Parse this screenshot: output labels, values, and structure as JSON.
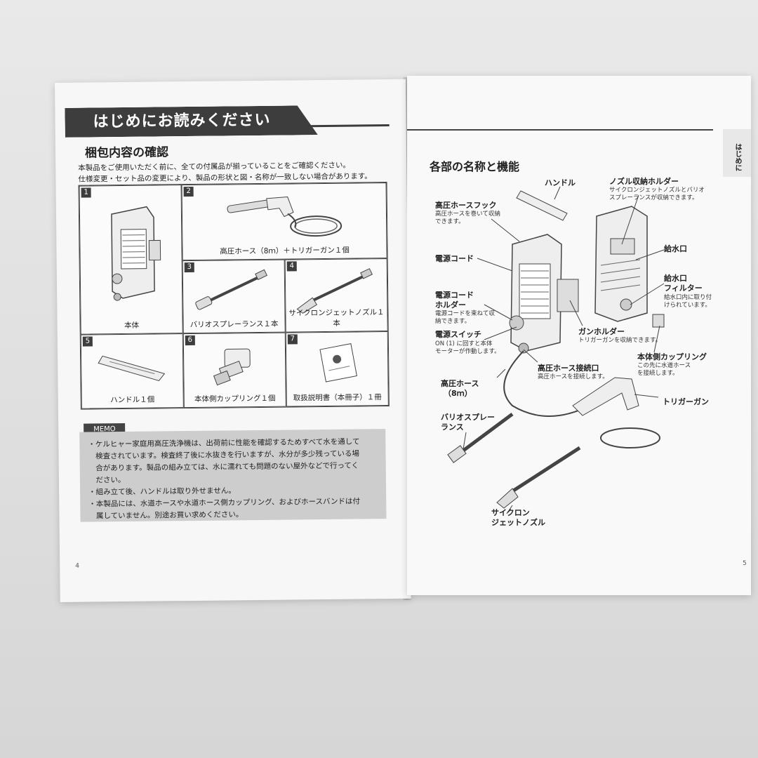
{
  "left_page": {
    "title": "はじめにお読みください",
    "section_heading": "梱包内容の確認",
    "intro_lines": [
      "本製品をご使用いただく前に、全ての付属品が揃っていることをご確認ください。",
      "仕様変更・セット品の変更により、製品の形状と図・名称が一致しない場合があります。"
    ],
    "items": [
      {
        "num": "1",
        "caption": "本体"
      },
      {
        "num": "2",
        "caption": "高圧ホース（8ｍ）＋トリガーガン１個"
      },
      {
        "num": "3",
        "caption": "バリオスプレーランス１本"
      },
      {
        "num": "4",
        "caption": "サイクロンジェットノズル１本"
      },
      {
        "num": "5",
        "caption": "ハンドル１個"
      },
      {
        "num": "6",
        "caption": "本体側カップリング１個"
      },
      {
        "num": "7",
        "caption": "取扱説明書（本冊子）１冊"
      }
    ],
    "memo_label": "MEMO",
    "memo_lines": [
      "・ケルヒャー家庭用高圧洗浄機は、出荷前に性能を確認するためすべて水を通して",
      "　検査されています。検査終了後に水抜きを行いますが、水分が多少残っている場",
      "　合があります。製品の組み立ては、水に濡れても問題のない屋外などで行ってく",
      "　ださい。",
      "・組み立て後、ハンドルは取り外せません。",
      "・本製品には、水道ホースや水道ホース側カップリング、およびホースバンドは付",
      "　属していません。別途お買い求めください。"
    ],
    "page_number": "4"
  },
  "right_page": {
    "tab_text": "はじめに",
    "heading": "各部の名称と機能",
    "labels": {
      "handle": "ハンドル",
      "nozzle_holder": "ノズル収納ホルダー",
      "nozzle_holder_desc_1": "サイクロンジェットノズルとバリオ",
      "nozzle_holder_desc_2": "スプレーランスが収納できます。",
      "hose_hook": "高圧ホースフック",
      "hose_hook_desc_1": "高圧ホースを巻いて収納",
      "hose_hook_desc_2": "できます。",
      "water_inlet": "給水口",
      "power_cord": "電源コード",
      "filter_1": "給水口",
      "filter_2": "フィルター",
      "filter_desc_1": "給水口内に取り付",
      "filter_desc_2": "けられています。",
      "cord_holder_1": "電源コード",
      "cord_holder_2": "ホルダー",
      "cord_holder_desc_1": "電源コードを束ねて収",
      "cord_holder_desc_2": "納できます。",
      "gun_holder": "ガンホルダー",
      "gun_holder_desc": "トリガーガンを収納できます。",
      "power_switch": "電源スイッチ",
      "power_switch_desc_1": "ON (1) に回すと本体",
      "power_switch_desc_2": "モーターが作動します。",
      "body_coupling": "本体側カップリング",
      "body_coupling_desc_1": "この先に水道ホース",
      "body_coupling_desc_2": "を接続します。",
      "hose_port": "高圧ホース接続口",
      "hose_port_desc": "高圧ホースを接続します。",
      "hp_hose_1": "高圧ホース",
      "hp_hose_2": "（8ｍ）",
      "trigger_gun": "トリガーガン",
      "vario_1": "バリオスプレー",
      "vario_2": "ランス",
      "cyclone_1": "サイクロン",
      "cyclone_2": "ジェットノズル"
    },
    "page_number": "5"
  }
}
